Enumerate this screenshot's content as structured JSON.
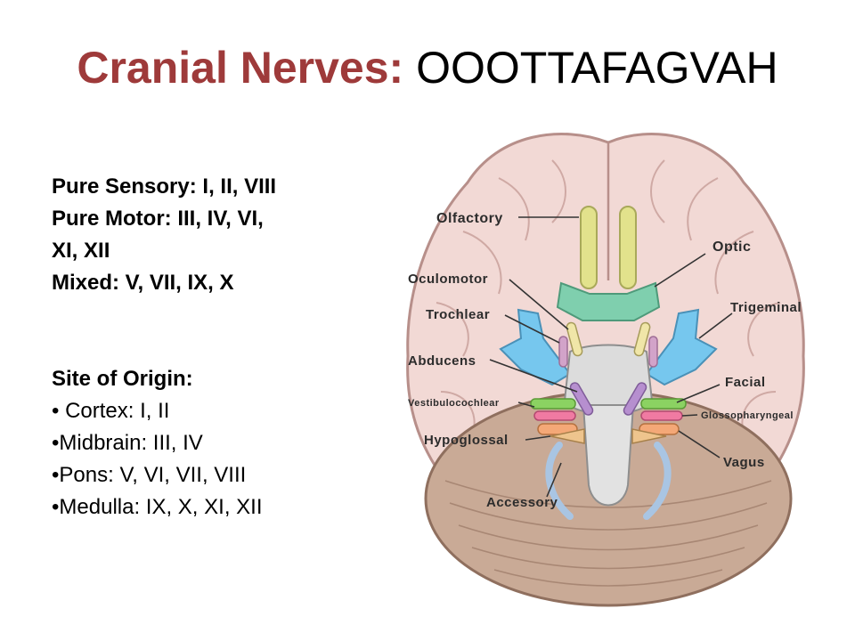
{
  "title": {
    "prefix": "Cranial Nerves:",
    "suffix": "OOOTTAFAGVAH"
  },
  "classification": [
    {
      "text": "Pure Sensory: I, II, VIII"
    },
    {
      "text": "Pure Motor: III, IV, VI,"
    },
    {
      "text": "XI, XII"
    },
    {
      "text": "Mixed: V, VII, IX, X"
    }
  ],
  "origin": {
    "heading": "Site of Origin:",
    "items": [
      "• Cortex: I, II",
      "•Midbrain: III, IV",
      "•Pons: V, VI, VII, VIII",
      "•Medulla: IX, X, XI, XII"
    ]
  },
  "diagram_labels": {
    "olfactory": "Olfactory",
    "optic": "Optic",
    "oculomotor": "Oculomotor",
    "trochlear": "Trochlear",
    "trigeminal": "Trigeminal",
    "abducens": "Abducens",
    "facial": "Facial",
    "vestibulocochlear": "Vestibulocochlear",
    "glossopharyngeal": "Glossopharyngeal",
    "hypoglossal": "Hypoglossal",
    "vagus": "Vagus",
    "accessory": "Accessory"
  },
  "colors": {
    "title_accent": "#9e3a3a",
    "brain": "#f2d9d5",
    "cerebellum": "#c9aa96",
    "olfactory": "#e2e28c",
    "optic": "#7fcfae",
    "trigeminal": "#76c7ee",
    "vestibulocochlear": "#8bd262",
    "glossopharyngeal": "#f07aa2",
    "vagus": "#f4a877",
    "accessory": "#a9c5e3"
  }
}
